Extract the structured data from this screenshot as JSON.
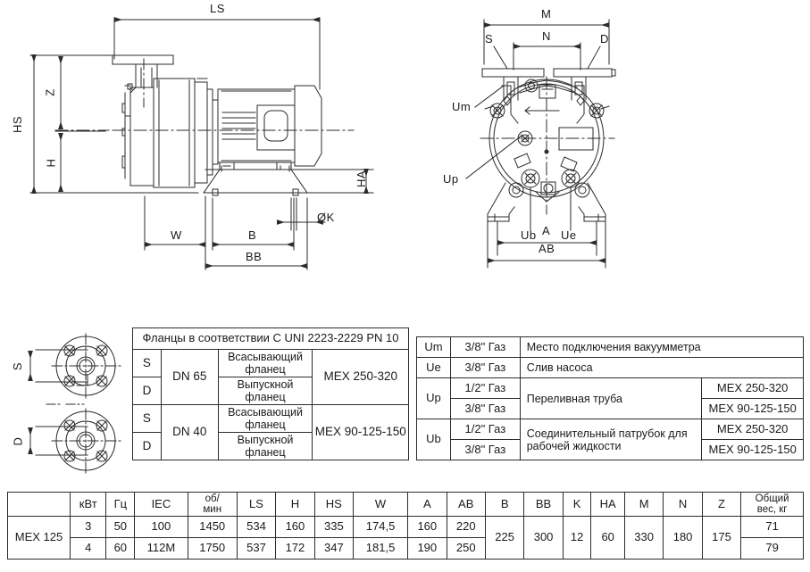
{
  "drawings": {
    "side_view": {
      "name": "pump-side-elevation",
      "dimension_labels": [
        "LS",
        "HS",
        "Z",
        "H",
        "HA",
        "ØK",
        "W",
        "B",
        "BB"
      ]
    },
    "front_view": {
      "name": "pump-front-elevation",
      "dimension_labels": [
        "M",
        "N",
        "S",
        "D",
        "A",
        "AB"
      ],
      "port_labels": [
        "Um",
        "Up",
        "Ub",
        "Ue"
      ]
    }
  },
  "flange_table": {
    "header": "Фланцы в соответствии С UNI 2223-2229 PN 10",
    "rows": [
      {
        "sd": "S",
        "dn": "DN 65",
        "desc": "Всасывающий фланец",
        "mex": "MEX 250-320"
      },
      {
        "sd": "D",
        "dn": "DN 65",
        "desc": "Выпускной фланец",
        "mex": "MEX 250-320"
      },
      {
        "sd": "S",
        "dn": "DN 40",
        "desc": "Всасывающий фланец",
        "mex": "MEX 90-125-150"
      },
      {
        "sd": "D",
        "dn": "DN 40",
        "desc": "Выпускной фланец",
        "mex": "MEX 90-125-150"
      }
    ],
    "groups": [
      {
        "dn": "DN 65",
        "mex": "MEX 250-320"
      },
      {
        "dn": "DN 40",
        "mex": "MEX 90-125-150"
      }
    ]
  },
  "connections_table": {
    "rows": [
      {
        "port": "Um",
        "sizes": [
          "3/8\" Газ"
        ],
        "desc": "Место подключения вакуумметра",
        "models": []
      },
      {
        "port": "Ue",
        "sizes": [
          "3/8\" Газ"
        ],
        "desc": "Слив насоса",
        "models": []
      },
      {
        "port": "Up",
        "sizes": [
          "1/2\" Газ",
          "3/8\" Газ"
        ],
        "desc": "Переливная труба",
        "models": [
          "MEX 250-320",
          "MEX 90-125-150"
        ]
      },
      {
        "port": "Ub",
        "sizes": [
          "1/2\" Газ",
          "3/8\" Газ"
        ],
        "desc": "Соединительный патрубок для рабочей жидкости",
        "models": [
          "MEX 250-320",
          "MEX 90-125-150"
        ]
      }
    ]
  },
  "spec_table": {
    "headers": [
      "",
      "кВт",
      "Гц",
      "IEC",
      "об/мин",
      "LS",
      "H",
      "HS",
      "W",
      "A",
      "AB",
      "B",
      "BB",
      "K",
      "HA",
      "M",
      "N",
      "Z",
      "Общий вес, кг"
    ],
    "header_rpm_line1": "об/",
    "header_rpm_line2": "мин",
    "header_weight_line1": "Общий",
    "header_weight_line2": "вес, кг",
    "model": "MEX 125",
    "row1": {
      "kw": "3",
      "hz": "50",
      "iec": "100",
      "rpm": "1450",
      "ls": "534",
      "h": "160",
      "hs": "335",
      "w": "174,5",
      "a": "160",
      "ab": "220",
      "weight": "71"
    },
    "row2": {
      "kw": "4",
      "hz": "60",
      "iec": "112M",
      "rpm": "1750",
      "ls": "537",
      "h": "172",
      "hs": "347",
      "w": "181,5",
      "a": "190",
      "ab": "250",
      "weight": "79"
    },
    "shared": {
      "b": "225",
      "bb": "300",
      "k": "12",
      "ha": "60",
      "m": "330",
      "n": "180",
      "z": "175"
    }
  },
  "colors": {
    "line": "#2b2b2b",
    "text": "#1a1a1a",
    "background": "#ffffff"
  }
}
